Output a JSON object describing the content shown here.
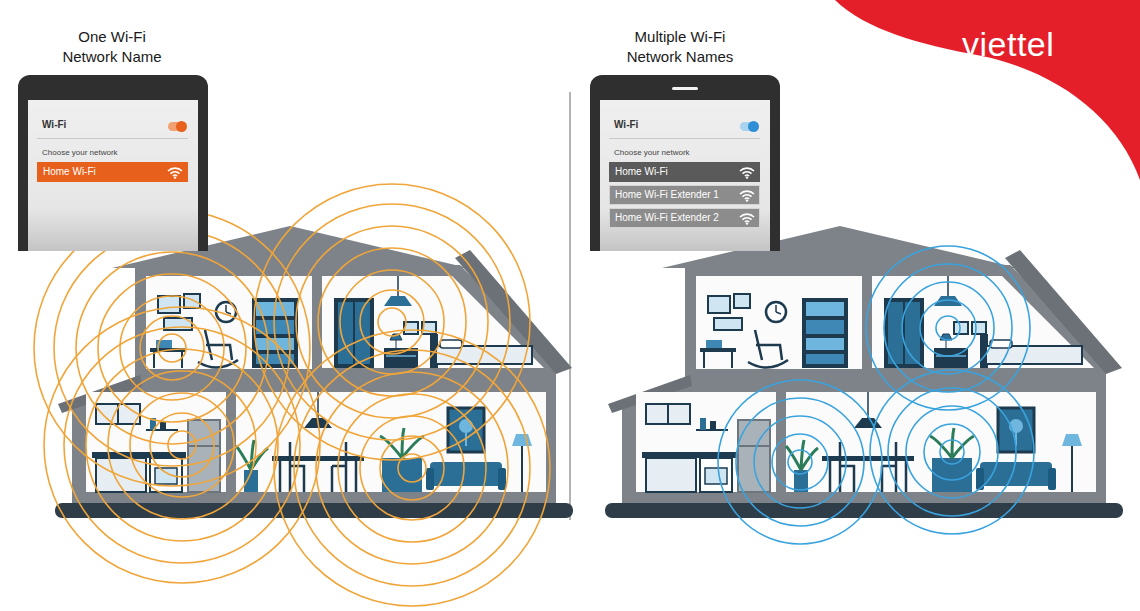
{
  "diagram": {
    "nodes": [
      {
        "text": [
          "Wi-Fi",
          "Choose your network"
        ]
      },
      {
        "text": [
          "Home Wi-Fi"
        ],
        "in": 0
      },
      {
        "text": [
          "Wi-Fi",
          "Choose your network"
        ]
      },
      {
        "text": [
          "Home Wi-Fi"
        ],
        "in": 2
      },
      {
        "text": [
          "Home Wi-Fi Extender 1"
        ],
        "in": 2
      },
      {
        "text": [
          "Home Wi-Fi Extender 2"
        ],
        "in": 2
      }
    ],
    "labels": [
      "One Wi-Fi Network Name",
      "Multiple Wi-Fi Network Names",
      "viettel"
    ]
  }
}
